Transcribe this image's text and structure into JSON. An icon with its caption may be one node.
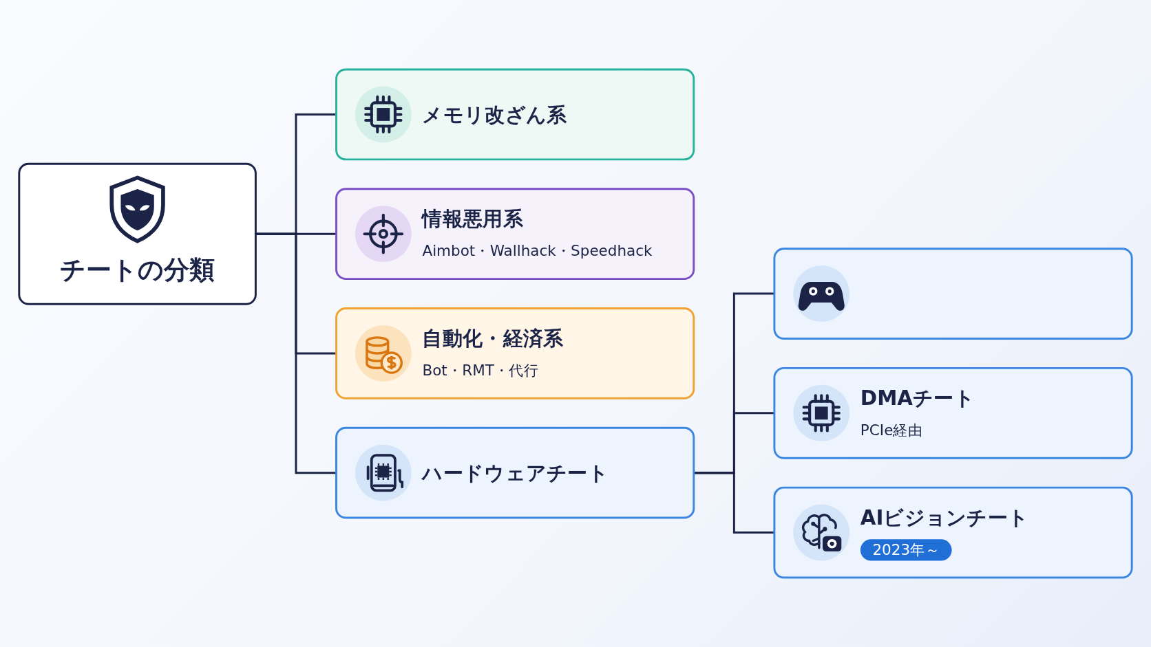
{
  "diagram": {
    "nodes": [
      {
        "text": [
          "チートの分類"
        ]
      },
      {
        "text": [
          "メモリ改ざん系"
        ]
      },
      {
        "text": [
          "情報悪用系",
          "Aimbot・Wallhack・Speedhack"
        ]
      },
      {
        "text": [
          "自動化・経済系",
          "Bot・RMT・代行"
        ]
      },
      {
        "text": [
          "ハードウェアチート"
        ]
      },
      {
        "text": [],
        "shape": "box"
      },
      {
        "text": [
          "DMAチート",
          "PCIe経由"
        ]
      },
      {
        "text": [
          "AIビジョンチート",
          "2023年～"
        ]
      }
    ],
    "edges": [
      {
        "from": 0,
        "to": 1,
        "arrow": "none"
      },
      {
        "from": 0,
        "to": 2,
        "arrow": "none"
      },
      {
        "from": 0,
        "to": 3,
        "arrow": "none"
      },
      {
        "from": 0,
        "to": 4,
        "arrow": "none"
      },
      {
        "from": 4,
        "to": 5,
        "arrow": "none"
      },
      {
        "from": 4,
        "to": 6,
        "arrow": "none"
      },
      {
        "from": 4,
        "to": 7,
        "arrow": "none"
      }
    ]
  }
}
